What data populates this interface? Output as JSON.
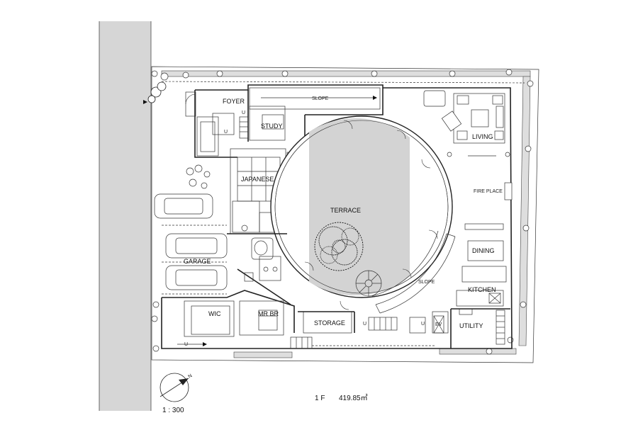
{
  "rooms": {
    "foyer": "FOYER",
    "slope_top": "SLOPE",
    "study": "STUDY",
    "living": "LIVING",
    "japanese": "JAPANESE",
    "fire_place": "FIRE PLACE",
    "terrace": "TERRACE",
    "dining": "DINING",
    "garage": "GARAGE",
    "slope_curve": "SLOPE",
    "kitchen": "KITCHEN",
    "wic": "WIC",
    "mr_br": "MR BR",
    "storage": "STORAGE",
    "utility": "UTILITY",
    "ev": "EV"
  },
  "stair_marks": [
    "U",
    "U",
    "U",
    "U",
    "U"
  ],
  "compass": "N",
  "floor_label": "1 F",
  "area": "419.85㎡",
  "scale": "1 : 300",
  "colors": {
    "terrace": "#d3d3d3",
    "road": "#d6d6d6",
    "garden": "#dedede",
    "ink": "#222222"
  }
}
